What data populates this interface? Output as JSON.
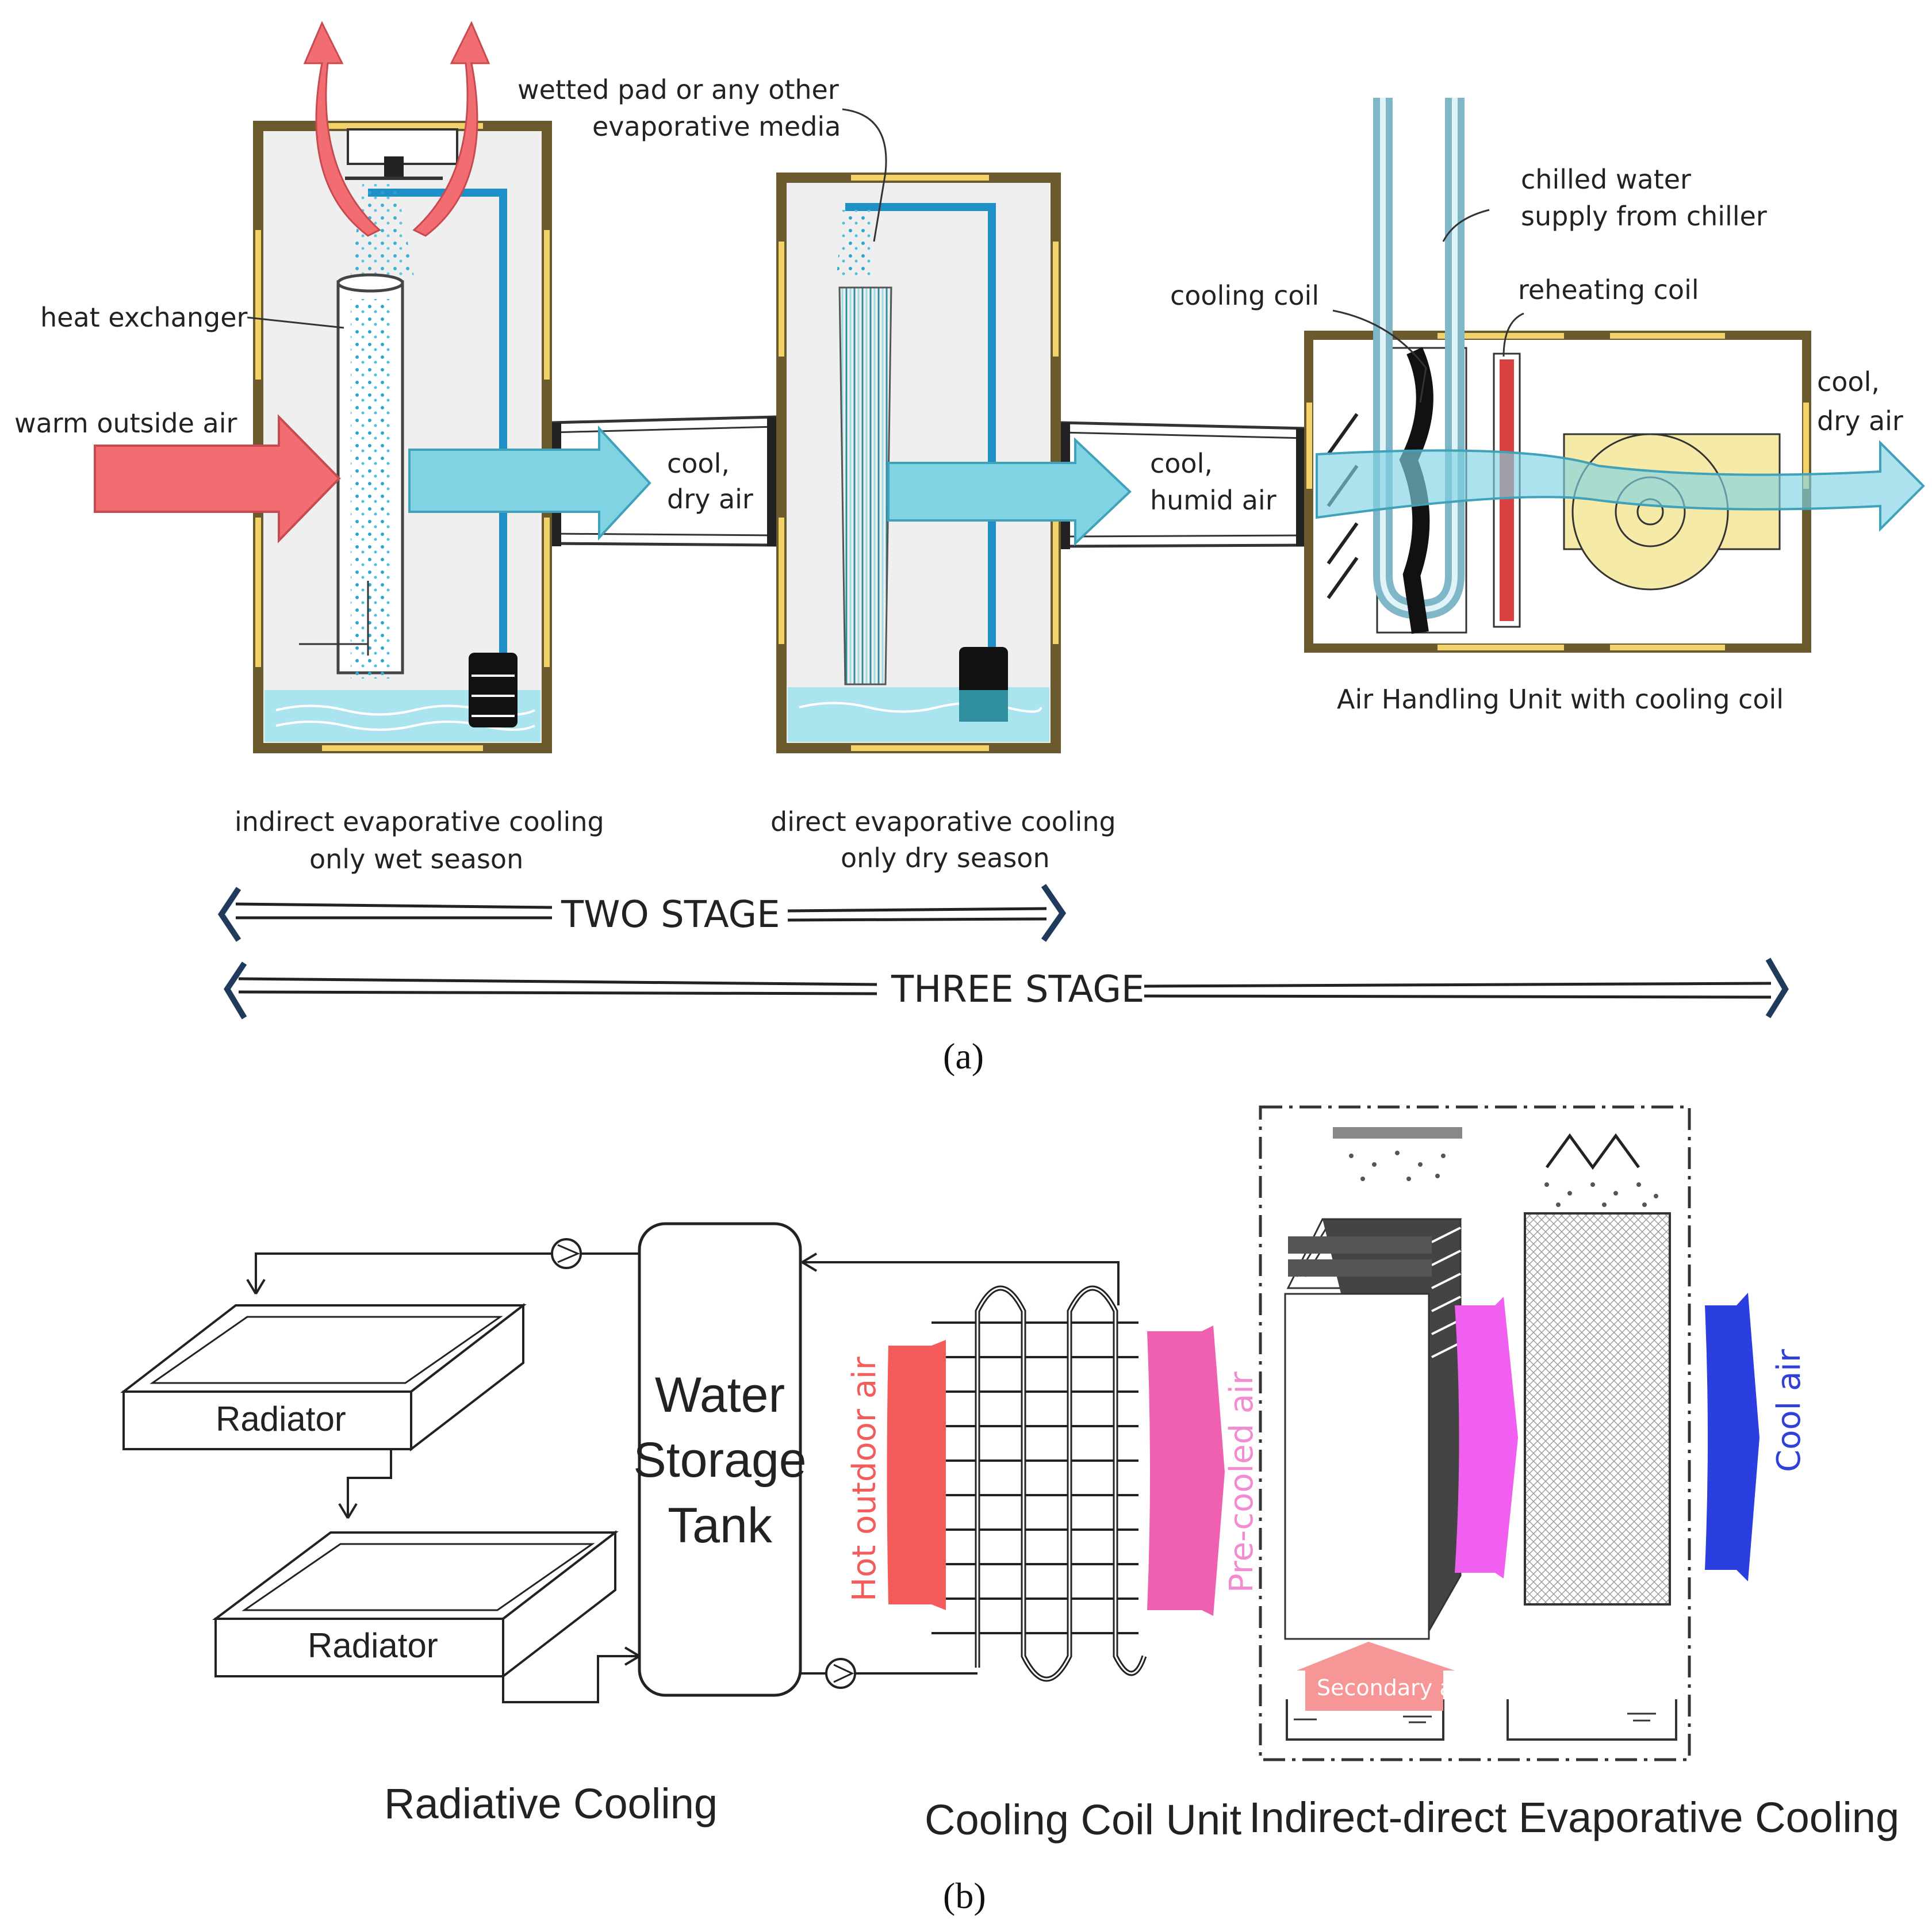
{
  "panel_a": {
    "caption": "(a)",
    "stage1": {
      "caption_line1": "indirect evaporative cooling",
      "caption_line2": "only wet season"
    },
    "stage2": {
      "caption_line1": "direct evaporative cooling",
      "caption_line2": "only dry season"
    },
    "ahu": {
      "caption": "Air Handling Unit with cooling coil"
    },
    "labels": {
      "wetted_pad_line1": "wetted pad or any other",
      "wetted_pad_line2": "evaporative media",
      "heat_exchanger": "heat exchanger",
      "warm_outside_air": "warm outside air",
      "cool_dry_1_line1": "cool,",
      "cool_dry_1_line2": "dry air",
      "cool_humid_line1": "cool,",
      "cool_humid_line2": "humid air",
      "chilled_water_line1": "chilled water",
      "chilled_water_line2": "supply from chiller",
      "cooling_coil": "cooling coil",
      "reheating_coil": "reheating coil",
      "cool_dry_out_line1": "cool,",
      "cool_dry_out_line2": "dry air"
    },
    "two_stage": "TWO STAGE",
    "three_stage": "THREE STAGE",
    "colors": {
      "warm_air": "#f26d72",
      "cool_air": "#7fd3e3",
      "frame": "#6b5a2e",
      "frame_accent": "#f2d26a",
      "water": "#a9e4ef",
      "pipe": "#1e8fc7",
      "reheat": "#d94040",
      "fan": "#f5eaa8"
    }
  },
  "panel_b": {
    "caption": "(b)",
    "radiator_1": "Radiator",
    "radiator_2": "Radiator",
    "tank_line1": "Water",
    "tank_line2": "Storage",
    "tank_line3": "Tank",
    "hot_outdoor_air": "Hot outdoor air",
    "pre_cooled_air": "Pre-cooled air",
    "secondary_air": "Secondary air",
    "cool_air": "Cool air",
    "section_radiative": "Radiative Cooling",
    "section_coil": "Cooling Coil Unit",
    "section_evap": "Indirect-direct Evaporative Cooling",
    "colors": {
      "hot_air": "#f45b5b",
      "precooled_air": "#f060b0",
      "secondary_air": "#f59090",
      "evap_air": "#f05ff0",
      "cool_air": "#2b3fe0",
      "precooled_text": "#f38bd0",
      "cool_text": "#3040d8"
    }
  }
}
